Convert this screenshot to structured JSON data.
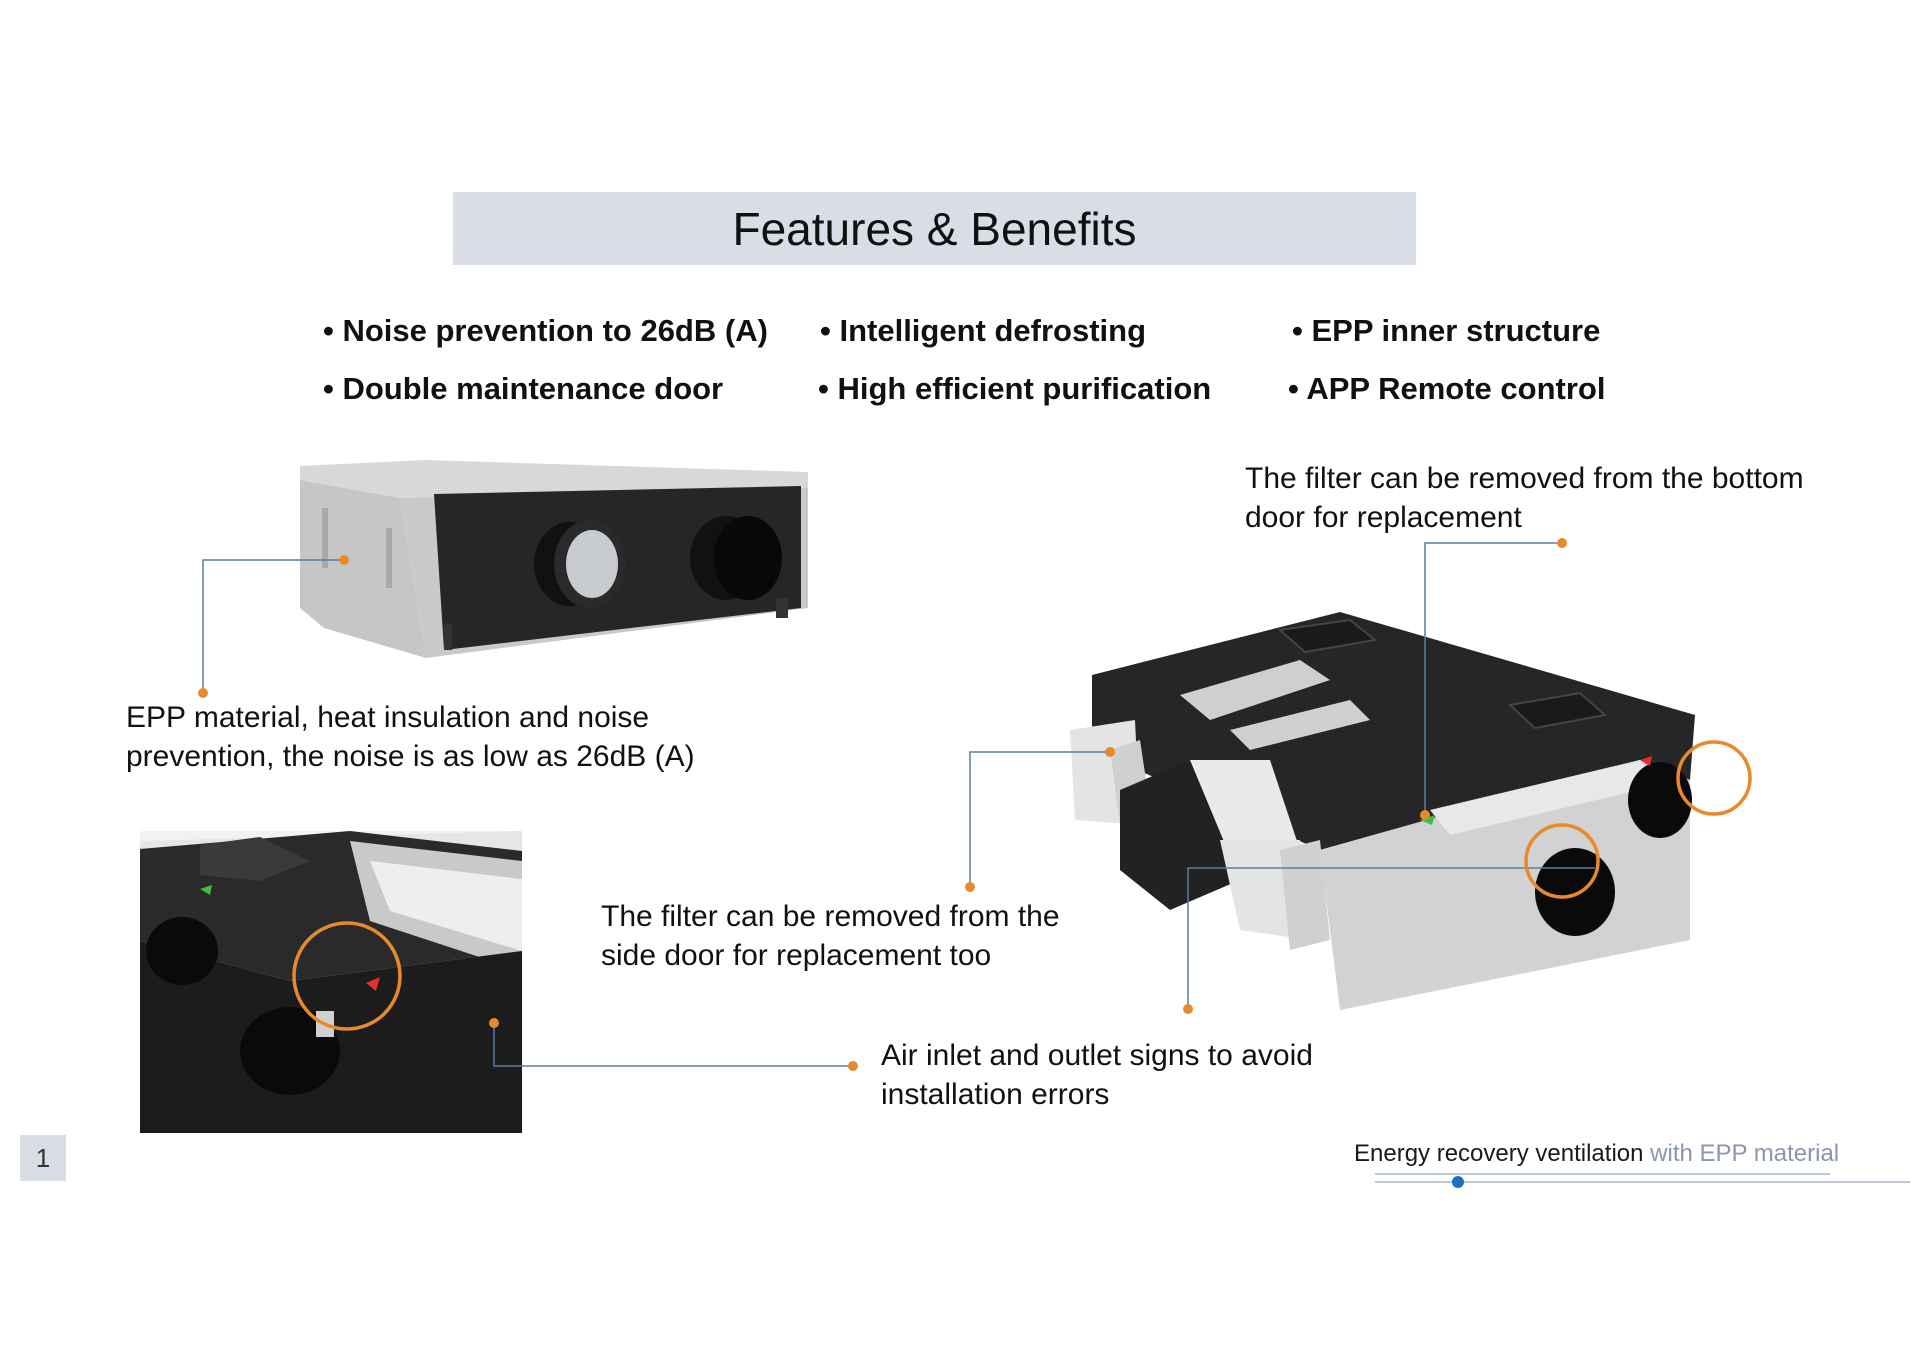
{
  "title": "Features & Benefits",
  "features": [
    "• Noise prevention to 26dB (A)",
    "• Intelligent defrosting",
    "• EPP inner structure",
    "• Double maintenance door",
    "• High efficient purification",
    "• APP Remote control"
  ],
  "captions": {
    "epp": [
      "EPP material, heat insulation and noise",
      "prevention, the noise is as low as 26dB (A)"
    ],
    "bottom_filter": [
      "The filter can be removed from the bottom",
      "door for replacement"
    ],
    "side_filter": [
      "The filter can be removed from the",
      "side door for replacement too"
    ],
    "air_signs": [
      "Air inlet and outlet signs to avoid",
      "installation errors"
    ]
  },
  "page_number": "1",
  "footer": {
    "dark": "Energy recovery ventilation",
    "light": " with EPP material"
  },
  "colors": {
    "accent": "#e8892a",
    "leader": "#5b7aa8",
    "title_bg": "#d9dde6",
    "footer_light": "#8a97ab"
  }
}
